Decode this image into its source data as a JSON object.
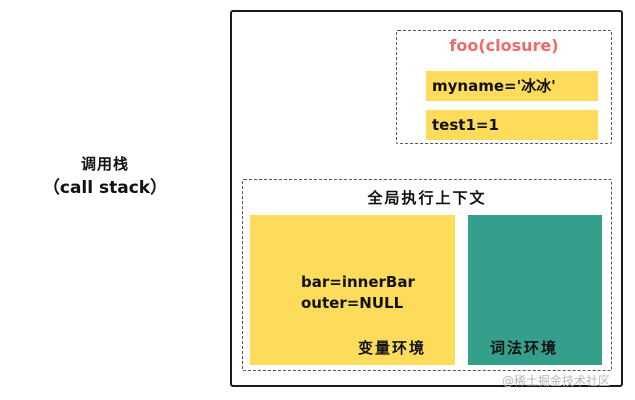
{
  "call_stack": {
    "title": "调用栈",
    "subtitle": "（call  stack）"
  },
  "closure": {
    "title": "foo(closure)",
    "title_color": "#f06a6a",
    "variables": [
      "myname='冰冰'",
      "test1=1"
    ]
  },
  "global_context": {
    "title": "全局执行上下文",
    "variable_environment": {
      "label": "变量环境",
      "color": "#fddc5c",
      "entries": [
        "bar=innerBar",
        "outer=NULL"
      ]
    },
    "lexical_environment": {
      "label": "词法环境",
      "color": "#34a08c"
    }
  },
  "watermark": "@稀土掘金技术社区"
}
